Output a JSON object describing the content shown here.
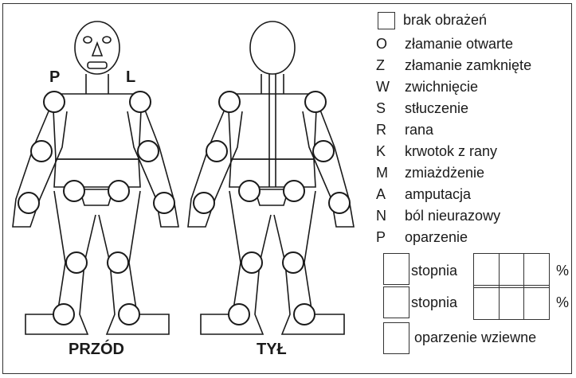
{
  "figures": {
    "front_caption": "PRZÓD",
    "back_caption": "TYŁ",
    "side_left": "P",
    "side_right": "L"
  },
  "legend": {
    "no_injury": "brak obrażeń",
    "items": [
      {
        "code": "O",
        "label": "złamanie otwarte"
      },
      {
        "code": "Z",
        "label": "złamanie zamknięte"
      },
      {
        "code": "W",
        "label": "zwichnięcie"
      },
      {
        "code": "S",
        "label": "stłuczenie"
      },
      {
        "code": "R",
        "label": "rana"
      },
      {
        "code": "K",
        "label": "krwotok z rany"
      },
      {
        "code": "M",
        "label": "zmiażdżenie"
      },
      {
        "code": "A",
        "label": "amputacja"
      },
      {
        "code": "N",
        "label": "ból nieurazowy"
      },
      {
        "code": "P",
        "label": "oparzenie"
      }
    ]
  },
  "burns": {
    "degree_label_1": "stopnia",
    "degree_label_2": "stopnia",
    "percent_1": "%",
    "percent_2": "%",
    "inhalation": "oparzenie wziewne"
  }
}
